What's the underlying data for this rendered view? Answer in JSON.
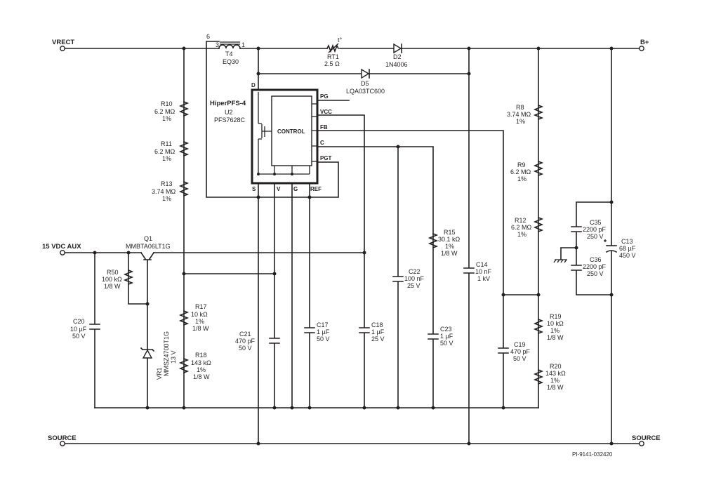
{
  "rails": {
    "vrect": "VRECT",
    "bplus": "B+",
    "aux": "15 VDC AUX",
    "source_left": "SOURCE",
    "source_right": "SOURCE"
  },
  "ic": {
    "family": "HiperPFS-4",
    "ref": "U2",
    "part": "PFS7628C",
    "control": "CONTROL",
    "pins": {
      "d": "D",
      "pg": "PG",
      "vcc": "VCC",
      "fb": "FB",
      "c": "C",
      "pgt": "PGT",
      "s": "S",
      "v": "V",
      "g": "G",
      "ref": "REF"
    }
  },
  "components": {
    "t4": {
      "pin6": "6",
      "pin3": "3",
      "pin1": "1",
      "ref": "T4",
      "value": "EQ30"
    },
    "rt1": {
      "sym": "t°",
      "ref": "RT1",
      "value": "2.5 Ω"
    },
    "d2": {
      "ref": "D2",
      "value": "1N4006"
    },
    "d5": {
      "ref": "D5",
      "value": "LQA03TC600"
    },
    "r10": {
      "ref": "R10",
      "value": "6.2 MΩ",
      "tol": "1%"
    },
    "r11": {
      "ref": "R11",
      "value": "6.2 MΩ",
      "tol": "1%"
    },
    "r13": {
      "ref": "R13",
      "value": "3.74 MΩ",
      "tol": "1%"
    },
    "r8": {
      "ref": "R8",
      "value": "3.74 MΩ",
      "tol": "1%"
    },
    "r9": {
      "ref": "R9",
      "value": "6.2 MΩ",
      "tol": "1%"
    },
    "r12": {
      "ref": "R12",
      "value": "6.2 MΩ",
      "tol": "1%"
    },
    "r15": {
      "ref": "R15",
      "value": "30.1 kΩ",
      "tol": "1%",
      "power": "1/8 W"
    },
    "r17": {
      "ref": "R17",
      "value": "10 kΩ",
      "tol": "1%",
      "power": "1/8 W"
    },
    "r18": {
      "ref": "R18",
      "value": "143 kΩ",
      "tol": "1%",
      "power": "1/8 W"
    },
    "r19": {
      "ref": "R19",
      "value": "10 kΩ",
      "tol": "1%",
      "power": "1/8 W"
    },
    "r20": {
      "ref": "R20",
      "value": "143 kΩ",
      "tol": "1%",
      "power": "1/8 W"
    },
    "r50": {
      "ref": "R50",
      "value": "100 kΩ",
      "power": "1/8 W"
    },
    "q1": {
      "ref": "Q1",
      "value": "MMBTA06LT1G"
    },
    "vr1": {
      "ref": "VR1",
      "value": "MMSZ4700T1G",
      "volt": "13 V"
    },
    "c20": {
      "ref": "C20",
      "value": "10 µF",
      "volt": "50 V"
    },
    "c21": {
      "ref": "C21",
      "value": "470 pF",
      "volt": "50 V"
    },
    "c17": {
      "ref": "C17",
      "value": "1 µF",
      "volt": "50 V"
    },
    "c18": {
      "ref": "C18",
      "value": "1 µF",
      "volt": "25 V"
    },
    "c22": {
      "ref": "C22",
      "value": "100 nF",
      "volt": "25 V"
    },
    "c23": {
      "ref": "C23",
      "value": "1 µF",
      "volt": "50 V"
    },
    "c14": {
      "ref": "C14",
      "value": "10 nF",
      "volt": "1 kV"
    },
    "c19": {
      "ref": "C19",
      "value": "470 pF",
      "volt": "50 V"
    },
    "c35": {
      "ref": "C35",
      "value": "2200 pF",
      "volt": "250 V"
    },
    "c36": {
      "ref": "C36",
      "value": "2200 pF",
      "volt": "250 V"
    },
    "c13": {
      "ref": "C13",
      "value": "68 µF",
      "volt": "450 V"
    }
  },
  "drawing_id": "PI-9141-032420"
}
